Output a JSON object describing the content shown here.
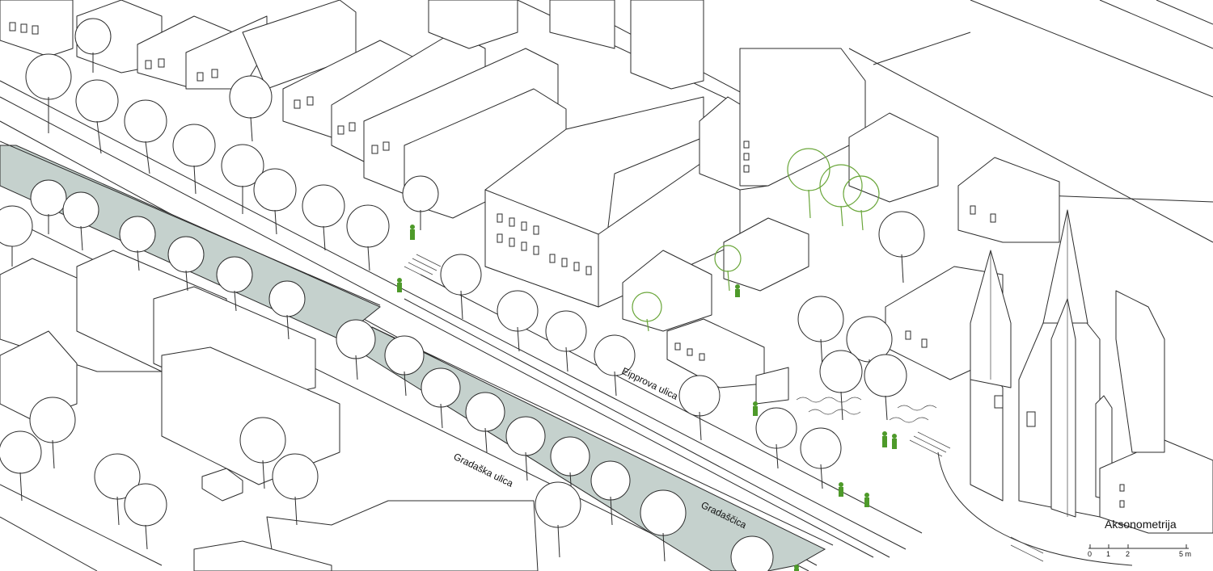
{
  "labels": {
    "street_1": "Eipprova ulica",
    "street_2": "Gradaška ulica",
    "river": "Gradaščica"
  },
  "legend": {
    "title": "Aksonometrija",
    "scale_ticks": [
      "0",
      "1",
      "2",
      "5 m"
    ]
  },
  "colors": {
    "line": "#2b2b2b",
    "water": "#c5d1cd",
    "accent_green": "#6aa63a"
  }
}
